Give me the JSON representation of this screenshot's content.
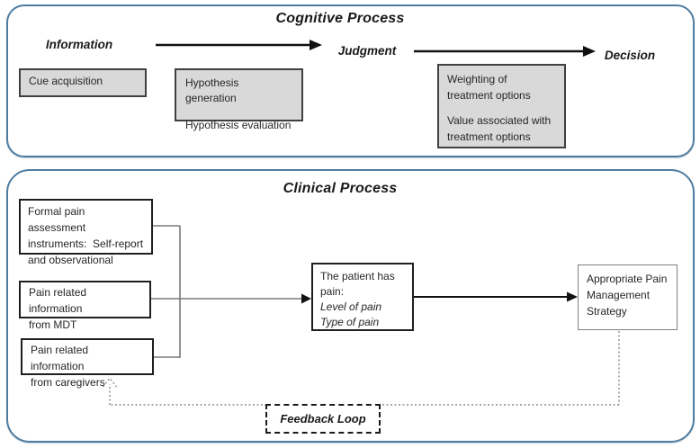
{
  "colors": {
    "panel_border": "#4e7ca0",
    "gray_box_fill": "#d9d9d9",
    "gray_box_border": "#404040",
    "black_box_border": "#1f1f1f",
    "strategy_box_border": "#808080",
    "connector_gray": "#7a7a7a",
    "arrow_black": "#111111",
    "feedback_dotted": "#8c8c8c"
  },
  "cognitive": {
    "title": "Cognitive Process",
    "stages": [
      "Information",
      "Judgment",
      "Decision"
    ],
    "boxes": {
      "cue": {
        "lines": [
          "Cue acquisition"
        ]
      },
      "hypothesis": {
        "lines": [
          "Hypothesis generation",
          "Hypothesis evaluation"
        ]
      },
      "weighting": {
        "group1": [
          "Weighting of",
          "treatment options"
        ],
        "group2": [
          "Value associated with",
          "treatment options"
        ]
      }
    }
  },
  "clinical": {
    "title": "Clinical Process",
    "boxes": {
      "formal": {
        "lines": [
          "Formal pain assessment",
          "instruments:  Self-report",
          "and observational"
        ]
      },
      "mdt": {
        "lines": [
          "Pain related information",
          "from MDT"
        ]
      },
      "caregivers": {
        "lines": [
          "Pain related information",
          "from caregivers"
        ]
      },
      "patient": {
        "lines": [
          "The patient has",
          "pain:"
        ],
        "italic_lines": [
          "Level of pain",
          "Type of pain"
        ]
      },
      "strategy": {
        "lines": [
          "Appropriate Pain",
          "Management",
          "Strategy"
        ]
      }
    },
    "feedback_label": "Feedback Loop"
  }
}
